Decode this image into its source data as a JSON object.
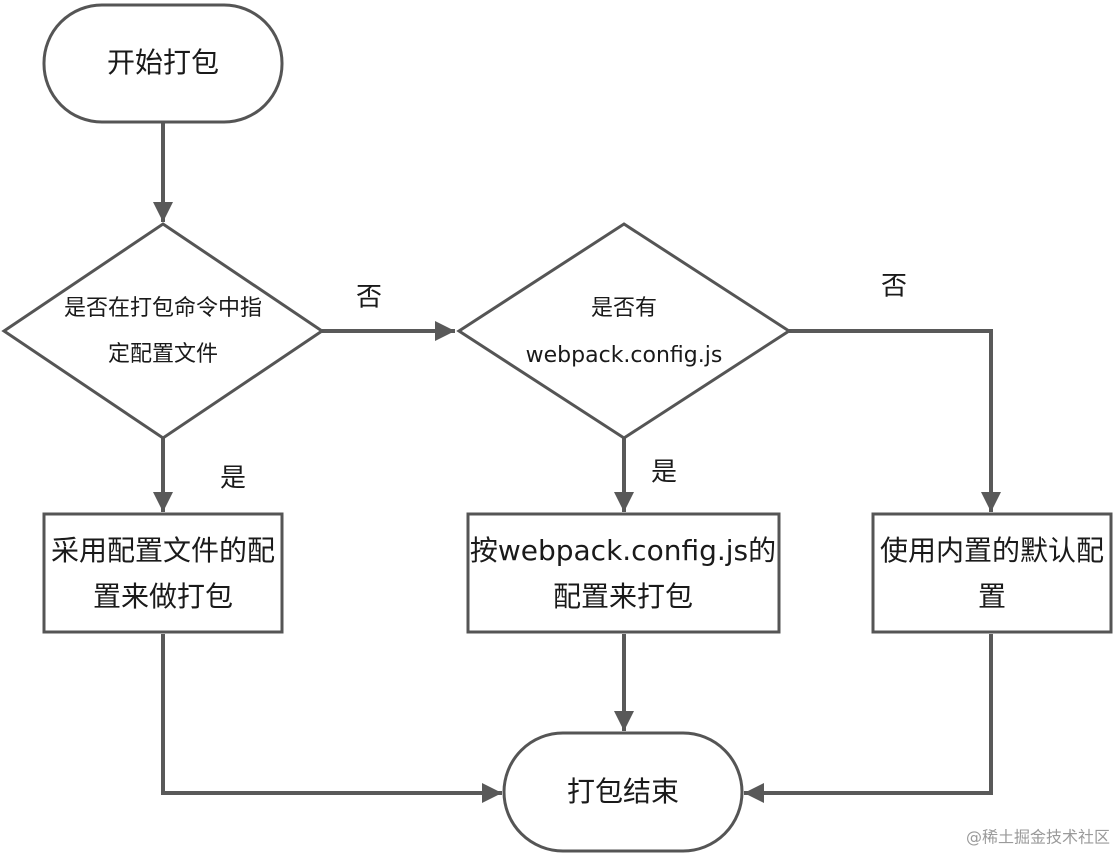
{
  "nodes": {
    "start": "开始打包",
    "decision1": [
      "是否在打包命令中指",
      "定配置文件"
    ],
    "decision2": [
      "是否有",
      "webpack.config.js"
    ],
    "use_config": [
      "采用配置文件的配",
      "置来做打包"
    ],
    "use_webpack_config": [
      "按webpack.config.js的",
      "配置来打包"
    ],
    "use_default": [
      "使用内置的默认配",
      "置"
    ],
    "end": "打包结束"
  },
  "edges": {
    "d1_no": "否",
    "d1_yes": "是",
    "d2_no": "否",
    "d2_yes": "是"
  },
  "watermark": "@稀土掘金技术社区"
}
